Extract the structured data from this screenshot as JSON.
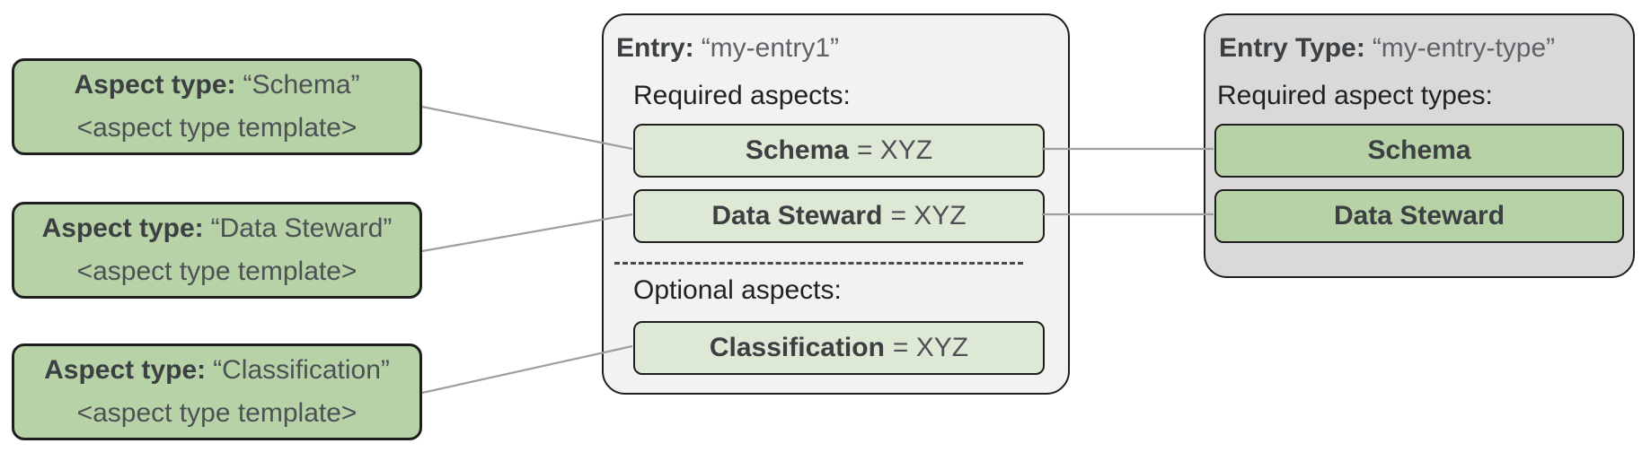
{
  "colors": {
    "aspect_card_green": "#b6d2a6",
    "entry_aspect_green": "#dde9d5",
    "entry_panel_gray": "#f1f2f1",
    "entry_type_panel_gray": "#d9d9d9",
    "border_dark": "#1e1e1e",
    "connector_gray": "#9e9e9e",
    "text_bold": "#3c4043",
    "text_muted": "#5f6368"
  },
  "aspect_type_cards": [
    {
      "label": "Aspect type:",
      "name": "“Schema”",
      "template": "<aspect type template>"
    },
    {
      "label": "Aspect type:",
      "name": "“Data Steward”",
      "template": "<aspect type template>"
    },
    {
      "label": "Aspect type:",
      "name": "“Classification”",
      "template": "<aspect type template>"
    }
  ],
  "entry_card": {
    "label": "Entry:",
    "name": "“my-entry1”",
    "required_heading": "Required aspects:",
    "required_aspects": [
      {
        "name": "Schema",
        "value": "= XYZ"
      },
      {
        "name": "Data Steward",
        "value": "= XYZ"
      }
    ],
    "optional_heading": "Optional aspects:",
    "optional_aspects": [
      {
        "name": "Classification",
        "value": "= XYZ"
      }
    ]
  },
  "entry_type_card": {
    "label": "Entry Type:",
    "name": "“my-entry-type”",
    "required_heading": "Required aspect types:",
    "required_aspect_types": [
      {
        "name": "Schema"
      },
      {
        "name": "Data Steward"
      }
    ]
  }
}
